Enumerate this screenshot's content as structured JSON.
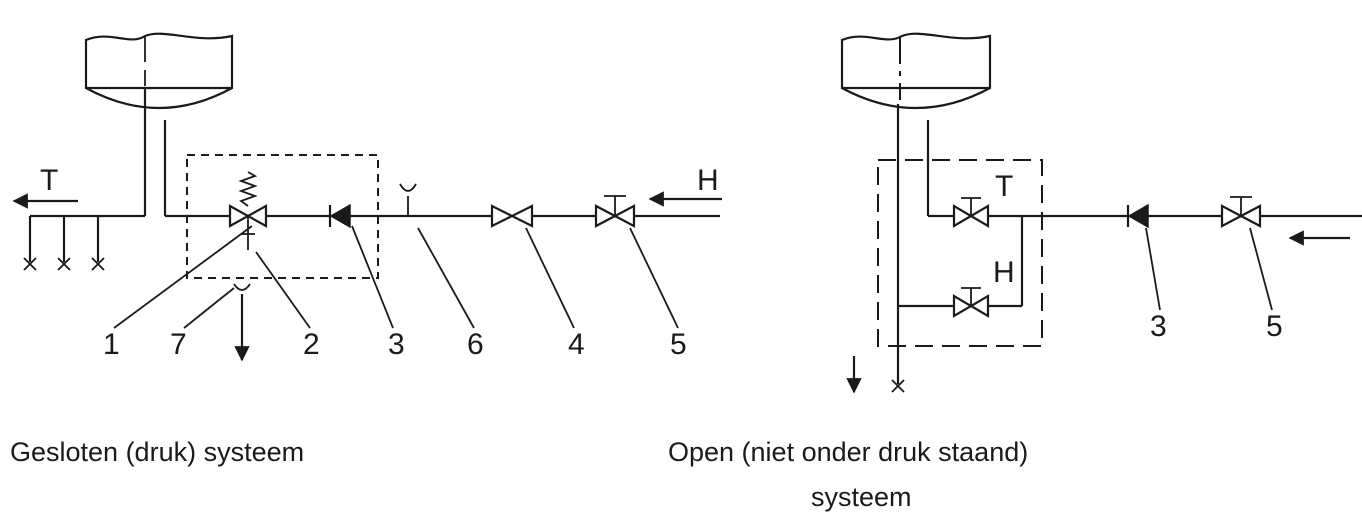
{
  "left": {
    "caption": "Gesloten (druk) systeem",
    "labels": {
      "T": "T",
      "H": "H"
    },
    "numbers": [
      "1",
      "7",
      "2",
      "3",
      "6",
      "4",
      "5"
    ]
  },
  "right": {
    "caption_line1": "Open (niet onder druk staand)",
    "caption_line2": "systeem",
    "labels": {
      "T": "T",
      "H": "H"
    },
    "numbers": [
      "3",
      "5"
    ]
  },
  "colors": {
    "line": "#1a1a1a",
    "background": "#ffffff"
  }
}
